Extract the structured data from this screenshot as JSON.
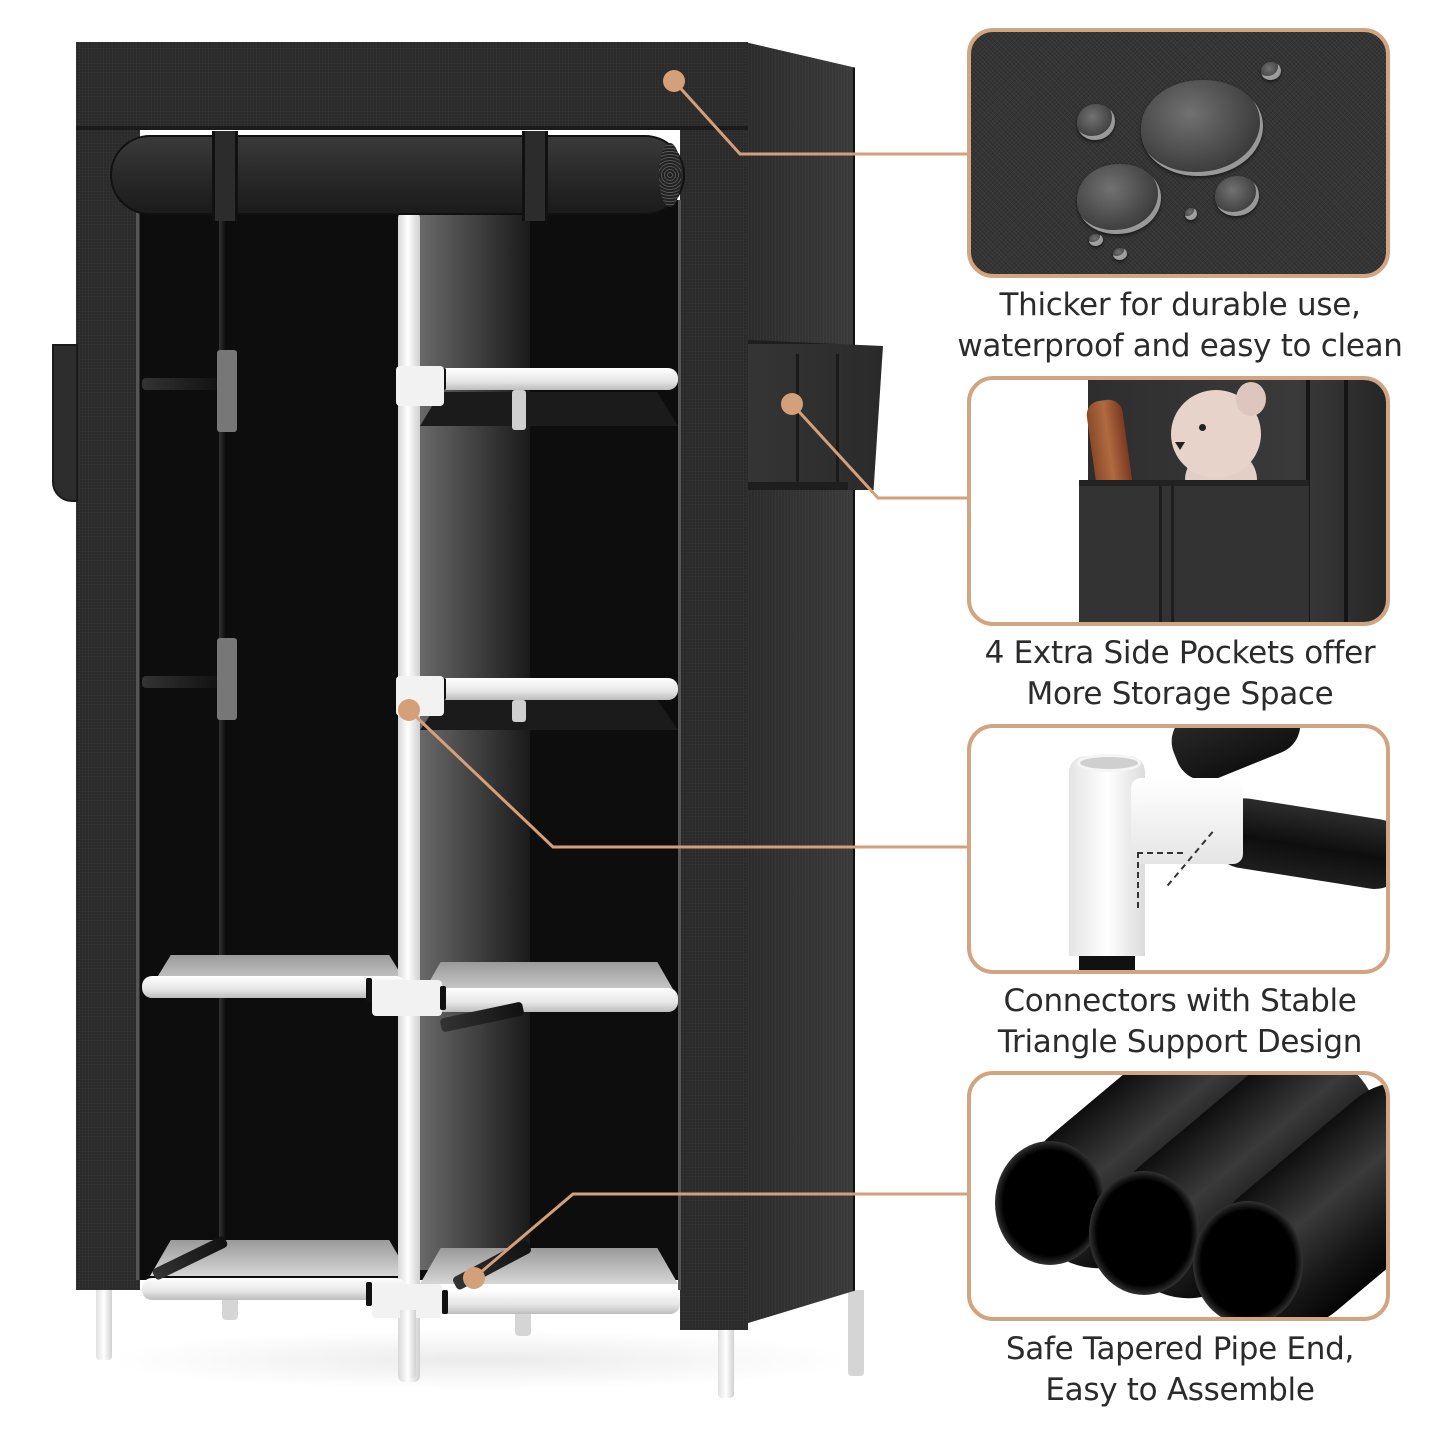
{
  "product": {
    "name": "Portable Closet Wardrobe",
    "color": "Black",
    "accent_color": "#d4a07a",
    "caption_color": "#2b2b2b"
  },
  "features": [
    {
      "id": "fabric",
      "icon": "water-drops-icon",
      "caption_line1": "Thicker for durable use,",
      "caption_line2": "waterproof and easy to clean",
      "target": "top fabric cover"
    },
    {
      "id": "pockets",
      "icon": "side-pocket-icon",
      "caption_line1": "4 Extra Side Pockets offer",
      "caption_line2": "More Storage Space",
      "target": "side pocket"
    },
    {
      "id": "connectors",
      "icon": "connector-joint-icon",
      "caption_line1": "Connectors with Stable",
      "caption_line2": "Triangle Support Design",
      "target": "shelf frame connector"
    },
    {
      "id": "pipes",
      "icon": "pipe-end-icon",
      "caption_line1": "Safe Tapered Pipe End,",
      "caption_line2": "Easy to Assemble",
      "target": "bottom support pipe"
    }
  ]
}
